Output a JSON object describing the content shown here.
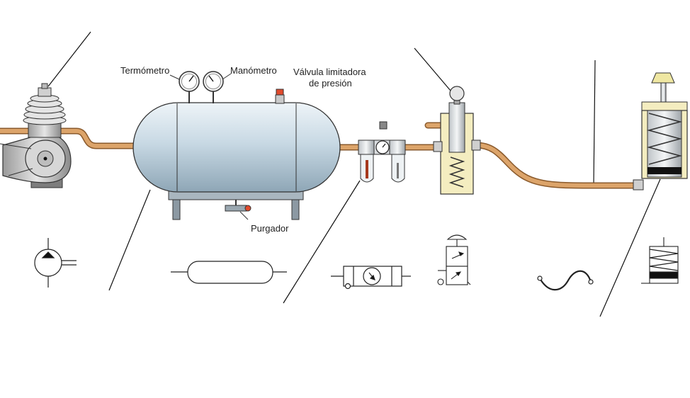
{
  "labels": {
    "thermometer": "Termómetro",
    "manometer": "Manómetro",
    "relief_valve_line1": "Válvula limitadora",
    "relief_valve_line2": "de presión",
    "drain": "Purgador"
  },
  "colors": {
    "pipe": "#d9a36b",
    "pipe_edge": "#8a5a2c",
    "tank": "#c9dbe6",
    "cylinder_body": "#f3ecc2",
    "outline": "#333333"
  },
  "icons": [
    "compressor",
    "air-tank",
    "frl-unit",
    "control-valve",
    "hose",
    "pneumatic-cylinder"
  ]
}
